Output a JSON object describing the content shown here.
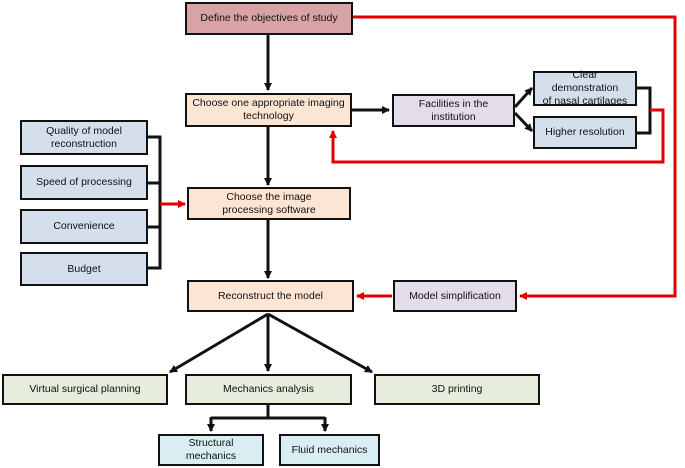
{
  "nodes": {
    "define": "Define the objectives of study",
    "imaging_line1": "Choose one appropriate imaging",
    "imaging_line2": "technology",
    "facilities": "Facilities in the institution",
    "cartilage_line1": "Clear demonstration",
    "cartilage_line2": "of nasal cartilages",
    "resolution": "Higher resolution",
    "quality_line1": "Quality of model",
    "quality_line2": "reconstruction",
    "speed": "Speed of processing",
    "convenience": "Convenience",
    "budget": "Budget",
    "software_line1": "Choose the image",
    "software_line2": "processing software",
    "reconstruct": "Reconstruct the model",
    "simplification": "Model simplification",
    "planning": "Virtual surgical planning",
    "mechanics": "Mechanics analysis",
    "printing": "3D printing",
    "structural": "Structural mechanics",
    "fluid": "Fluid mechanics"
  },
  "colors": {
    "arrow_black": "#111111",
    "arrow_red": "#e00000",
    "define_fill": "#d9a3a6",
    "process_fill": "#fde5d4",
    "criteria_fill": "#d5deeb",
    "factor_fill": "#e3dcea",
    "application_fill": "#e6eddc",
    "mechanics_fill": "#d9eef2"
  }
}
